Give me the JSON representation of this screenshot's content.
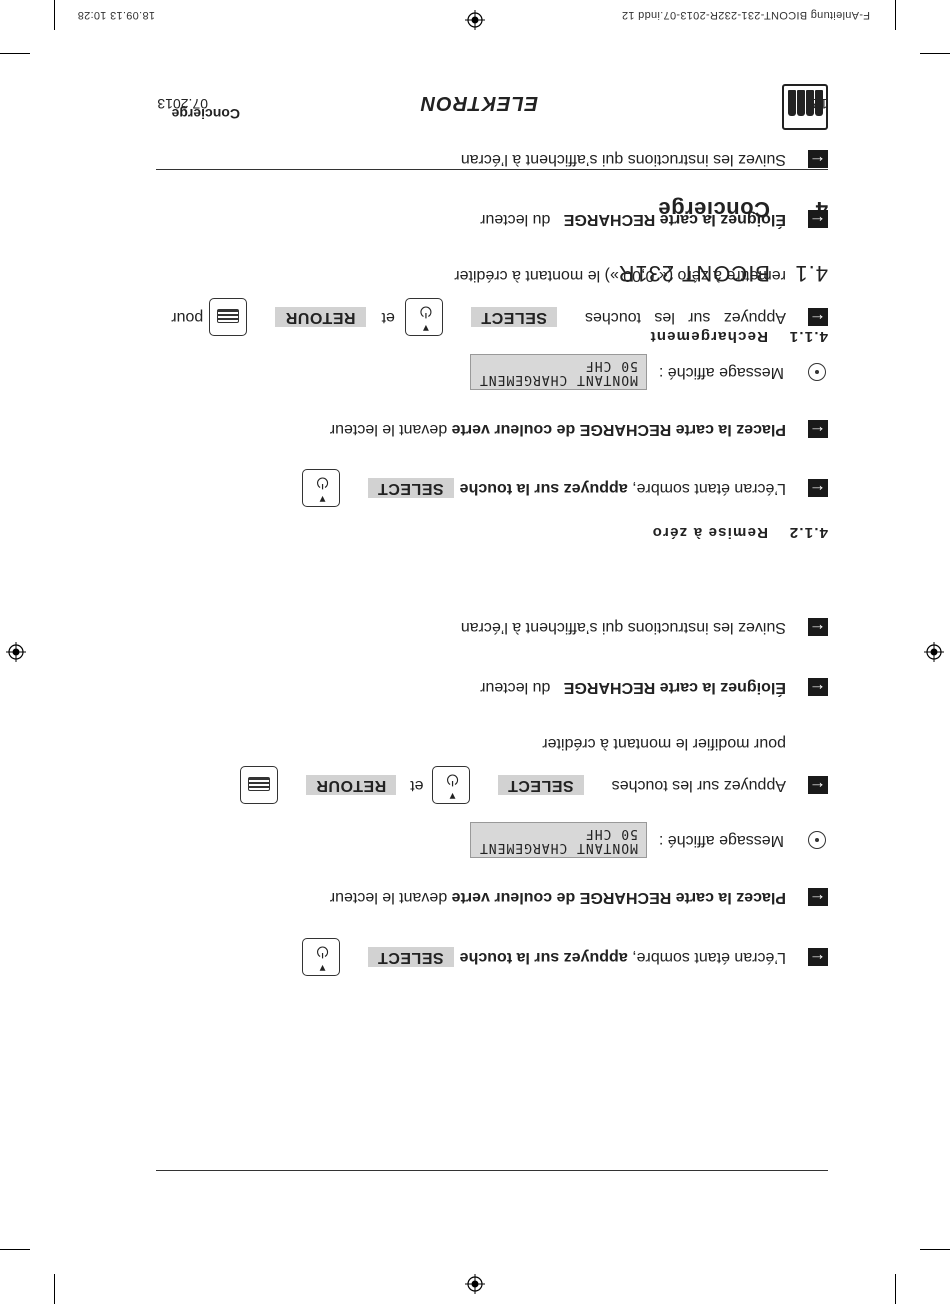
{
  "slug": {
    "file": "F-Anleitung BICONT-231-232R-2013-07.indd   12",
    "timestamp": "18.09.13   10:28"
  },
  "header": {
    "page_number": "12",
    "brand": "ELEKTRON",
    "date": "07.2013"
  },
  "footer": {
    "section": "Concierge"
  },
  "chapter": {
    "number": "4",
    "title": "Concierge"
  },
  "section": {
    "number": "4.1",
    "title": "BICONT 231R"
  },
  "sub1": {
    "number": "4.1.1",
    "title": "Rechargement",
    "step1": {
      "a": "L’écran étant sombre, ",
      "b": "appuyez sur la touche",
      "key": "SELECT"
    },
    "step2": {
      "b": "Placez la carte RECHARGE de couleur verte",
      "a": " devant le lecteur"
    },
    "message": {
      "label": "Message affiché :",
      "lcd_line1": "MONTANT CHARGEMENT",
      "lcd_line2": "50 CHF"
    },
    "step3": {
      "a": "Appuyez sur les touches",
      "key1": "SELECT",
      "and": "et",
      "key2": "RETOUR",
      "cont": "pour modifier le montant à créditer"
    },
    "step4": {
      "b": "Éloignez la carte RECHARGE",
      "a": "du lecteur"
    },
    "step5": {
      "a": "Suivez les instructions qui s’affichent à l’écran"
    }
  },
  "sub2": {
    "number": "4.1.2",
    "title": "Remise à zéro",
    "step1": {
      "a": "L’écran étant sombre, ",
      "b": "appuyez sur la touche",
      "key": "SELECT"
    },
    "step2": {
      "b": "Placez la carte RECHARGE de couleur verte",
      "a": " devant le lecteur"
    },
    "message": {
      "label": "Message affiché :",
      "lcd_line1": "MONTANT CHARGEMENT",
      "lcd_line2": "50 CHF"
    },
    "step3": {
      "a": "Appuyez   sur   les   touches",
      "key1": "SELECT",
      "and": "et",
      "key2": "RETOUR",
      "pour": "pour",
      "cont": "remettre à zéro (« 0,00 ») le montant à créditer"
    },
    "step4": {
      "b": "Éloignez la carte RECHARGE",
      "a": "du lecteur"
    },
    "step5": {
      "a": "Suivez les instructions qui s’affichent à l’écran"
    }
  }
}
